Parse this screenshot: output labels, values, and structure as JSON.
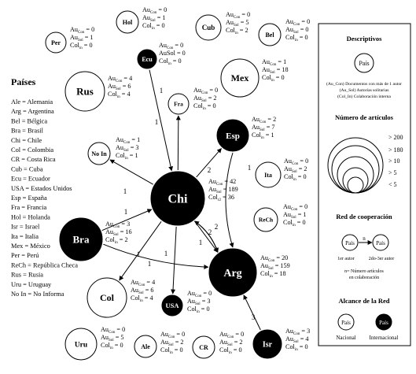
{
  "countries_panel": {
    "title": "Países",
    "items": [
      "Ale = Alemania",
      "Arg = Argentina",
      "Bel = Bélgica",
      "Bra = Brasil",
      "Chi = Chile",
      "Col = Colombia",
      "CR = Costa Rica",
      "Cub = Cuba",
      "Ecu = Ecuador",
      "USA = Estados Unidos",
      "Esp = España",
      "Fra = Francia",
      "Hol = Holanda",
      "Isr = Israel",
      "Ita = Italia",
      "Mex = México",
      "Per = Perú",
      "ReCh = República Checa",
      "Rus = Rusia",
      "Uru = Uruguay",
      "No In = No Informa"
    ]
  },
  "nodes": [
    {
      "id": "chi",
      "label": "Chi",
      "intl": true,
      "con": "42",
      "sol": "189",
      "col": "36",
      "col_sub": "r2"
    },
    {
      "id": "arg",
      "label": "Arg",
      "intl": true,
      "con": "20",
      "sol": "159",
      "col": "18",
      "col_sub": "in"
    },
    {
      "id": "bra",
      "label": "Bra",
      "intl": true,
      "con": "3",
      "sol": "16",
      "col": "2",
      "col_sub": "in"
    },
    {
      "id": "esp",
      "label": "Esp",
      "intl": true,
      "con": "2",
      "sol": "7",
      "col": "1",
      "col_sub": "in"
    },
    {
      "id": "isr",
      "label": "Isr",
      "intl": true,
      "con": "3",
      "sol": "4",
      "col": "0",
      "col_sub": "in"
    },
    {
      "id": "usa",
      "label": "USA",
      "intl": true,
      "con": "0",
      "sol": "3",
      "col": "0",
      "col_sub": "in"
    },
    {
      "id": "ecu",
      "label": "Ecu",
      "intl": true,
      "con": "0",
      "sol_text": "AuSol = 0",
      "col": "0",
      "col_sub": "in"
    },
    {
      "id": "rus",
      "label": "Rus",
      "intl": false,
      "con": "4",
      "sol": "6",
      "col": "4",
      "col_sub": "in"
    },
    {
      "id": "mex",
      "label": "Mex",
      "intl": false,
      "con": "1",
      "sol": "18",
      "col": "0",
      "col_sub": "in"
    },
    {
      "id": "col",
      "label": "Col",
      "intl": false,
      "con": "4",
      "sol": "6",
      "col": "4",
      "col_sub": "in"
    },
    {
      "id": "noin",
      "label": "No In",
      "intl": false,
      "con": "1",
      "sol": "3",
      "col": "1",
      "col_sub": "in"
    },
    {
      "id": "fra",
      "label": "Fra",
      "intl": false,
      "con": "0",
      "sol": "2",
      "col": "0",
      "col_sub": "in"
    },
    {
      "id": "ita",
      "label": "Ita",
      "intl": false,
      "con": "0",
      "sol": "2",
      "col": "0",
      "col_sub": "in"
    },
    {
      "id": "rech",
      "label": "ReCh",
      "intl": false,
      "con": "0",
      "sol": "1",
      "col": "0",
      "col_sub": "in"
    },
    {
      "id": "cub",
      "label": "Cub",
      "intl": false,
      "con": "0",
      "sol": "5",
      "col": "2",
      "col_sub": "in"
    },
    {
      "id": "hol",
      "label": "Hol",
      "intl": false,
      "con": "0",
      "sol": "1",
      "col": "0",
      "col_sub": "in"
    },
    {
      "id": "bel",
      "label": "Bel",
      "intl": false,
      "con": "0",
      "sol": "0",
      "col": "0",
      "col_sub": "in"
    },
    {
      "id": "per",
      "label": "Per",
      "intl": false,
      "con": "0",
      "sol": "1",
      "col": "0",
      "col_sub": "in"
    },
    {
      "id": "uru",
      "label": "Uru",
      "intl": false,
      "con": "0",
      "sol": "5",
      "col": "0",
      "col_sub": "in"
    },
    {
      "id": "ale",
      "label": "Ale",
      "intl": false,
      "con": "0",
      "sol": "2",
      "col": "0",
      "col_sub": "in"
    },
    {
      "id": "cr",
      "label": "CR",
      "intl": false,
      "con": "0",
      "sol": "2",
      "col": "0",
      "col_sub": "in"
    }
  ],
  "edges": [
    {
      "from": "ecu",
      "to": "chi",
      "label": "1"
    },
    {
      "from": "chi",
      "to": "fra",
      "label": "1"
    },
    {
      "from": "chi",
      "to": "noin",
      "label": "1"
    },
    {
      "from": "bra",
      "to": "chi",
      "label": "1"
    },
    {
      "from": "chi",
      "to": "esp",
      "label": "2"
    },
    {
      "from": "chi",
      "to": "arg",
      "label": "2"
    },
    {
      "from": "arg",
      "to": "chi",
      "label": "2"
    },
    {
      "from": "chi",
      "to": "arg",
      "label": "1"
    },
    {
      "from": "chi",
      "to": "col",
      "label": "1"
    },
    {
      "from": "chi",
      "to": "usa",
      "label": "1"
    },
    {
      "from": "esp",
      "to": "arg",
      "label": "1"
    },
    {
      "from": "isr",
      "to": "arg",
      "label": "3"
    },
    {
      "from": "bra",
      "to": "arg",
      "label": "1"
    }
  ],
  "legend": {
    "descriptivos_title": "Descriptivos",
    "sample_node": "País",
    "desc_lines": [
      "(Au_Con) Documentos con más de 1 autor",
      "(Au_Sol) Autorías solitarias",
      "(Col_In) Colaboración interna"
    ],
    "articulos_title": "Número de artículos",
    "size_labels": [
      "> 200",
      "> 180",
      "> 10",
      "> 5",
      "< 5"
    ],
    "red_title": "Red de cooperación",
    "coop_node": "País",
    "coop_n": "n",
    "coop_label_1": "1er autor",
    "coop_label_2": "2do-3er autor",
    "coop_note_1": "n= Número artículos",
    "coop_note_2": "en colaboración",
    "alcance_title": "Alcance de la Red",
    "nacional_node": "País",
    "internacional_node": "País",
    "nacional_label": "Nacional",
    "internacional_label": "Internacional"
  }
}
